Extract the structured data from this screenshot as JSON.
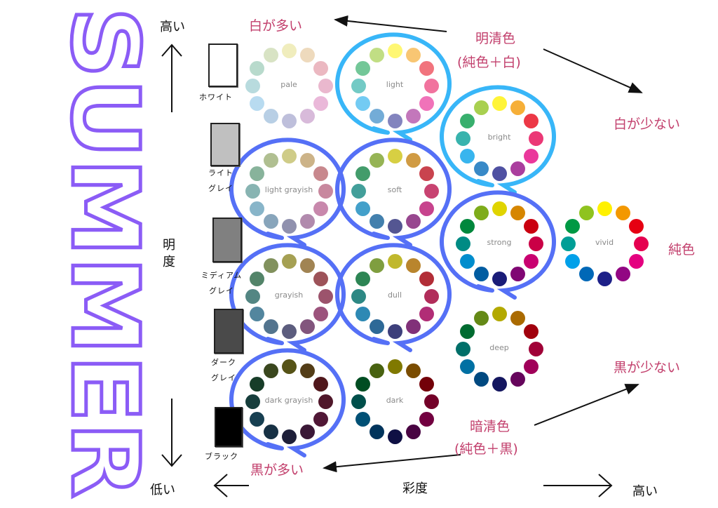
{
  "title": "SUMMER",
  "axes": {
    "lightness_label": "明度",
    "lightness_high": "高い",
    "lightness_low": "低い",
    "saturation_label": "彩度",
    "saturation_high": "高い"
  },
  "grays": [
    {
      "label": "ホワイト",
      "color": "#ffffff"
    },
    {
      "label": "ライト\nグレイ",
      "color": "#c0c0c0"
    },
    {
      "label": "ミディアム\nグレイ",
      "color": "#808080"
    },
    {
      "label": "ダーク\nグレイ",
      "color": "#4a4a4a"
    },
    {
      "label": "ブラック",
      "color": "#000000"
    }
  ],
  "annotations": {
    "more_white": "白が多い",
    "tint_title": "明清色",
    "tint_formula": "(純色＋白)",
    "less_white": "白が少ない",
    "pure": "純色",
    "less_black": "黒が少ない",
    "shade_title": "暗清色",
    "shade_formula": "(純色＋黒)",
    "more_black": "黒が多い"
  },
  "colors": {
    "text_accent": "#c23f6c",
    "title_outline": "#8b5cf6",
    "loop_light": "#38b6f8",
    "loop_blue": "#5570f6"
  },
  "vivid_hues": [
    "#fff100",
    "#f39800",
    "#e60012",
    "#e5004f",
    "#e4007f",
    "#920783",
    "#1d2088",
    "#0068b7",
    "#00a0e9",
    "#009e96",
    "#009944",
    "#8fc31f"
  ],
  "tones": [
    {
      "name": "pale",
      "mix": "#ececf2",
      "amount": 0.78,
      "circled": "none"
    },
    {
      "name": "light",
      "mix": "#ffffff",
      "amount": 0.45,
      "circled": "light"
    },
    {
      "name": "bright",
      "mix": "#ffffff",
      "amount": 0.22,
      "circled": "light"
    },
    {
      "name": "light grayish",
      "mix": "#bdbdbd",
      "amount": 0.72,
      "circled": "blue"
    },
    {
      "name": "soft",
      "mix": "#a0a0a0",
      "amount": 0.42,
      "circled": "blue"
    },
    {
      "name": "strong",
      "mix": "#000000",
      "amount": 0.12,
      "circled": "blue"
    },
    {
      "name": "vivid",
      "mix": "#000000",
      "amount": 0.0,
      "circled": "none"
    },
    {
      "name": "grayish",
      "mix": "#7a7a7a",
      "amount": 0.68,
      "circled": "blue"
    },
    {
      "name": "dull",
      "mix": "#6a6a6a",
      "amount": 0.42,
      "circled": "blue"
    },
    {
      "name": "deep",
      "mix": "#000000",
      "amount": 0.3,
      "circled": "none"
    },
    {
      "name": "dark grayish",
      "mix": "#1e1e1e",
      "amount": 0.75,
      "circled": "blue"
    },
    {
      "name": "dark",
      "mix": "#000000",
      "amount": 0.5,
      "circled": "none"
    }
  ]
}
